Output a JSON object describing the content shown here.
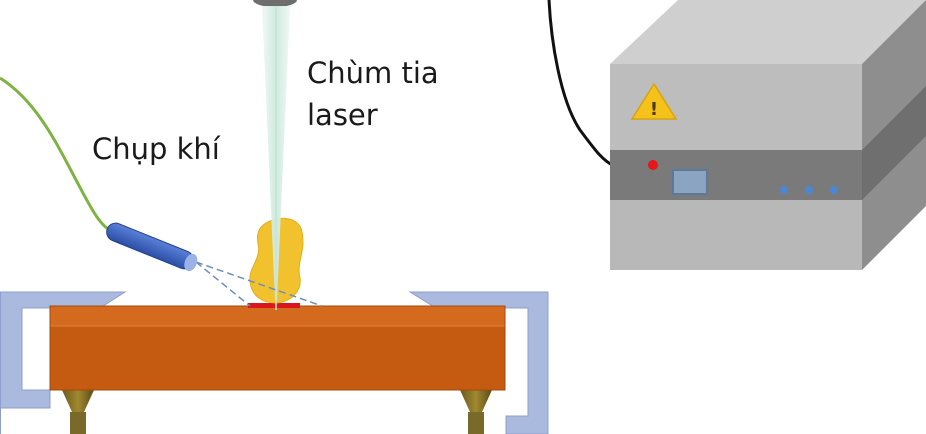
{
  "labels": {
    "laser_beam_line1": "Chùm tia",
    "laser_beam_line2": "laser",
    "gas_nozzle": "Chụp khí"
  },
  "colors": {
    "workpiece": "#c55a11",
    "workpiece_top": "#d46a1e",
    "clamp": "#aab9de",
    "clamp_edge": "#8d9fcc",
    "beam": "#d6efe6",
    "plume": "#f2c12e",
    "weld_spot": "#d9171c",
    "nozzle": "#3d62c2",
    "gas_hose": "#7cb342",
    "cable": "#111111",
    "machine_front": "#b8b8b8",
    "machine_top": "#cfcfcf",
    "machine_side": "#8e8e8e",
    "machine_band": "#7a7a7a",
    "warning": "#f5c21b",
    "indicator_red": "#e8151b",
    "indicator_blue": "#4a86d6"
  },
  "icons": {
    "warning": "warning-triangle-icon"
  },
  "warning_symbol": "!"
}
